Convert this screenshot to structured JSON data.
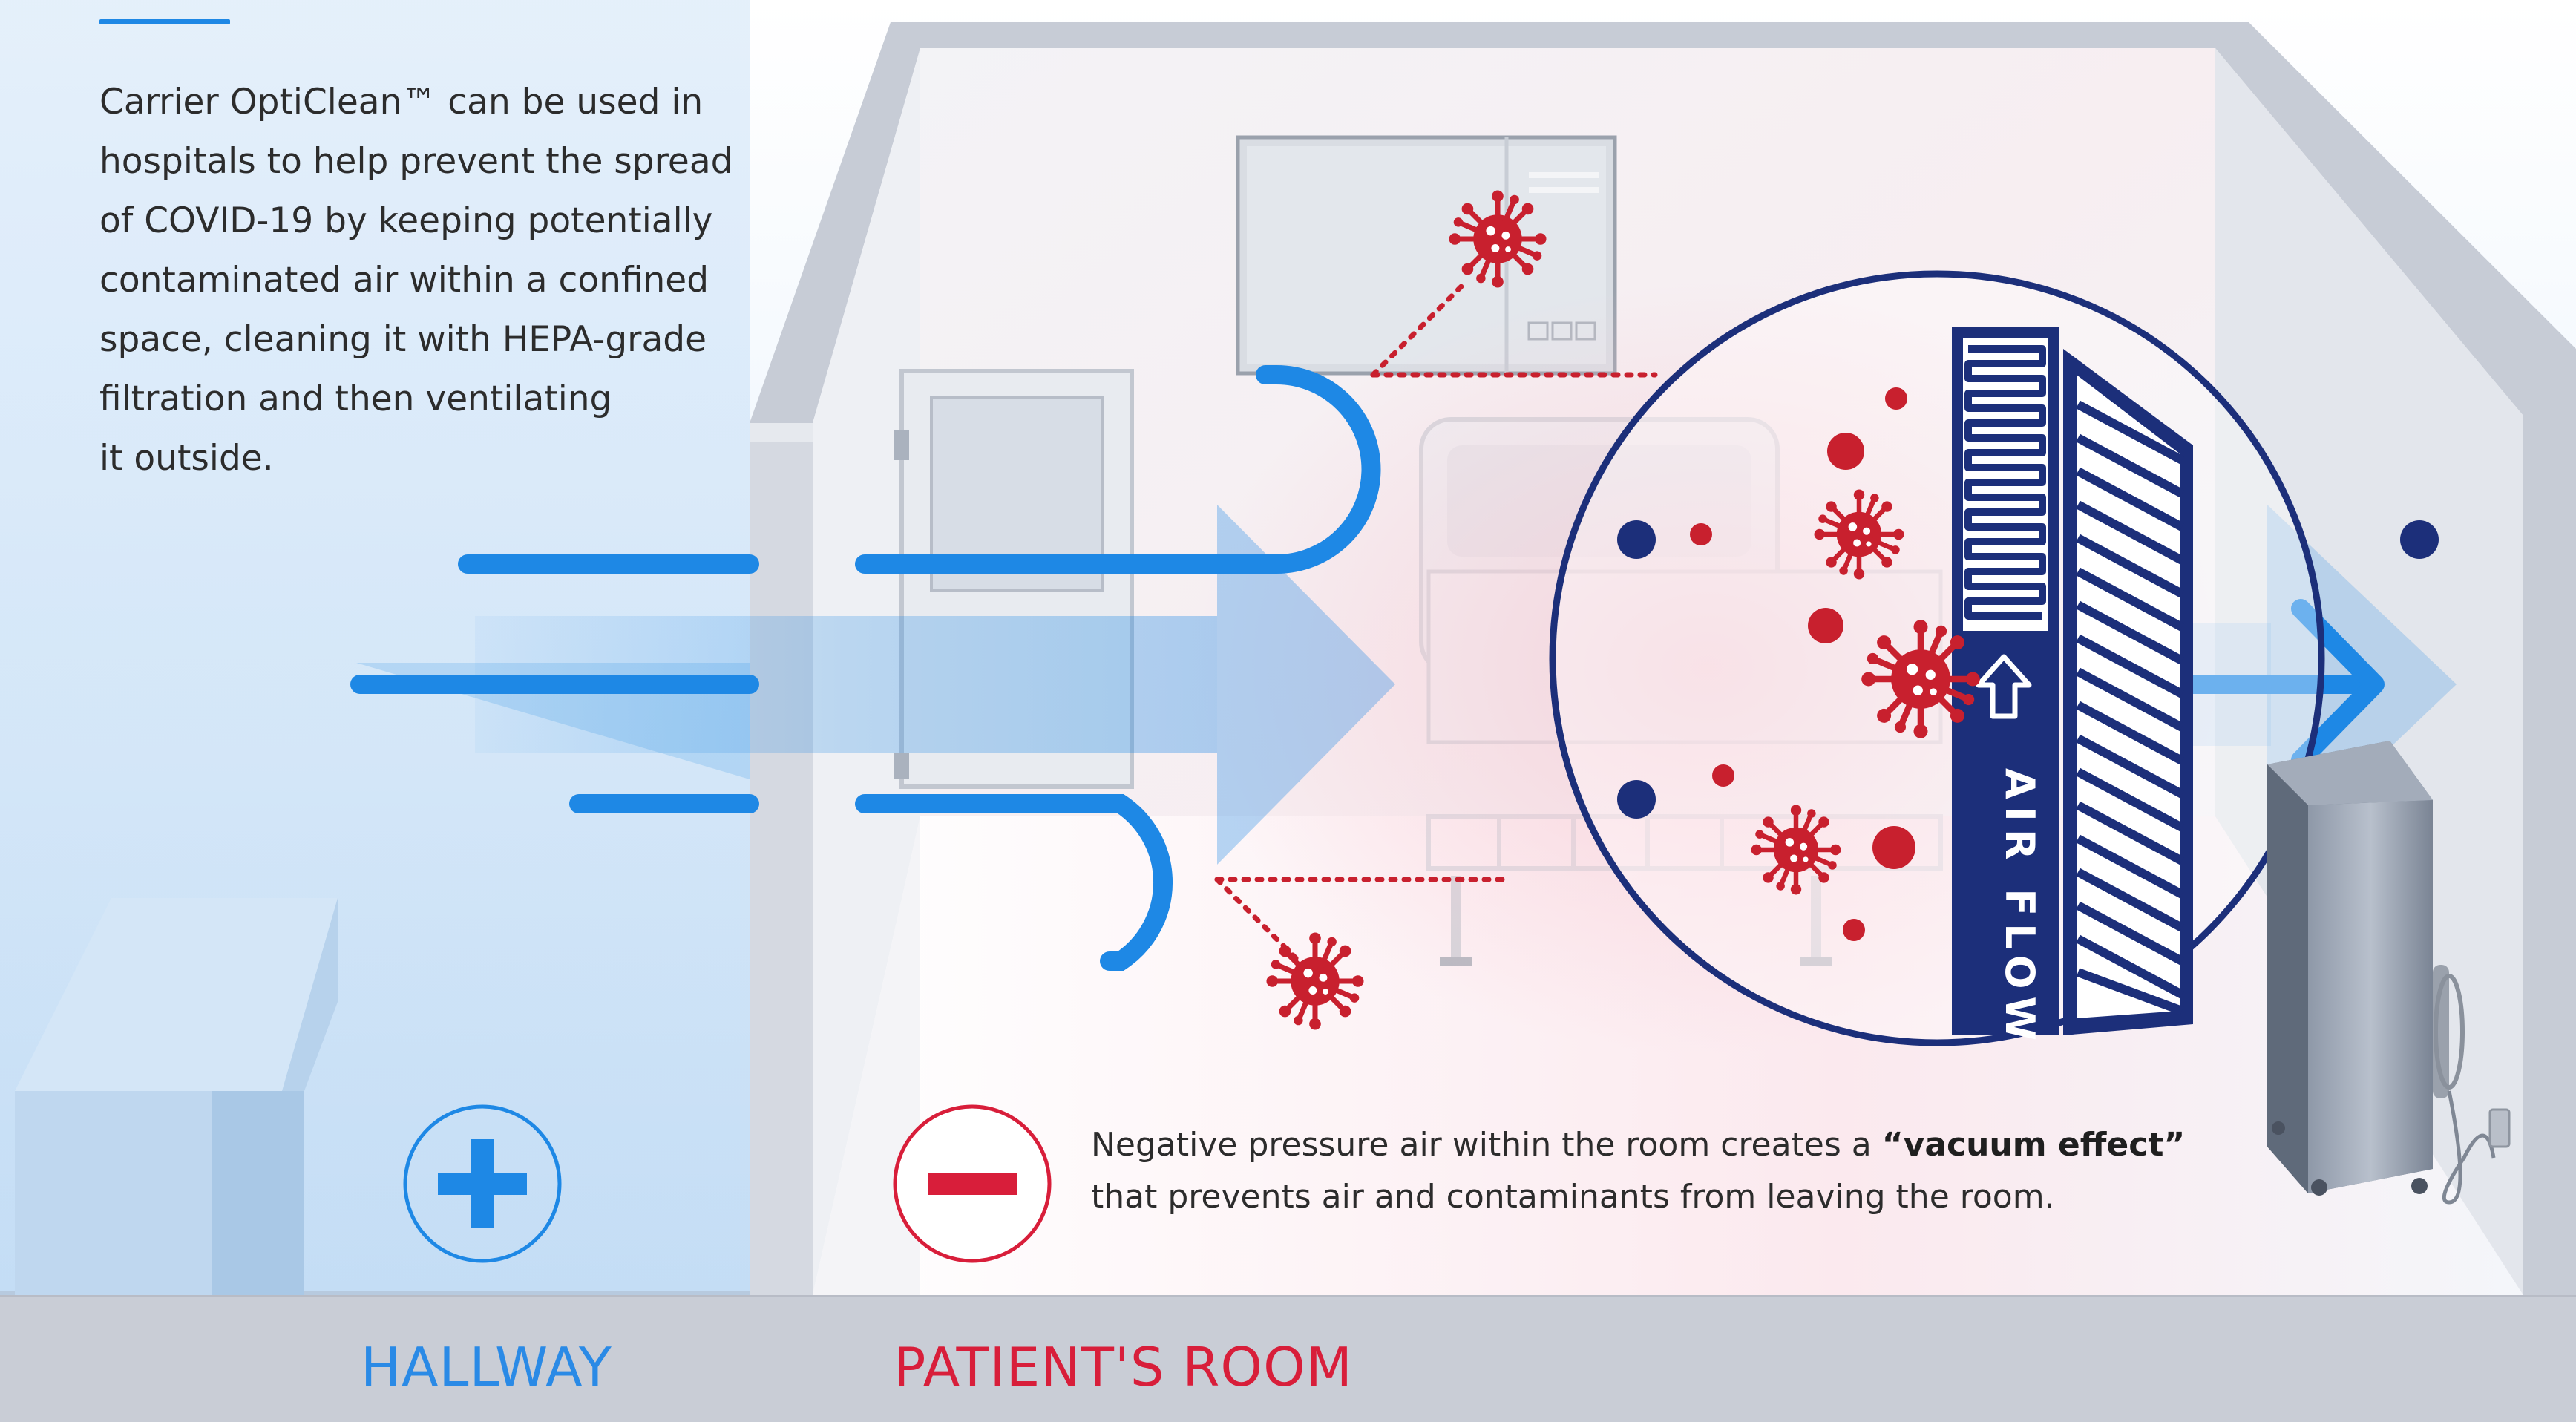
{
  "intro": {
    "lines": [
      "Carrier OptiClean™ can be used in",
      "hospitals to help prevent the spread",
      "of COVID-19 by keeping potentially",
      "contaminated air within a confined",
      "space, cleaning it with HEPA-grade",
      "filtration and then ventilating",
      "it outside."
    ]
  },
  "filter": {
    "label": "AIR FLOW"
  },
  "caption": {
    "part1": "Negative pressure air within the room creates a ",
    "emphasis": "“vacuum effect”",
    "line2": "that prevents air and contaminants from leaving the room."
  },
  "labels": {
    "hallway": "HALLWAY",
    "room": "PATIENT'S ROOM"
  },
  "colors": {
    "positive": "#1e88e5",
    "negative": "#d81e3a",
    "virus": "#c8202e",
    "filter": "#1c2f7a",
    "text": "#2c2c2c"
  },
  "icons": {
    "positive_pressure": "plus-in-circle-icon",
    "negative_pressure": "minus-in-circle-icon",
    "virus": "coronavirus-icon",
    "airflow_arrow": "up-arrow-outline-icon"
  }
}
